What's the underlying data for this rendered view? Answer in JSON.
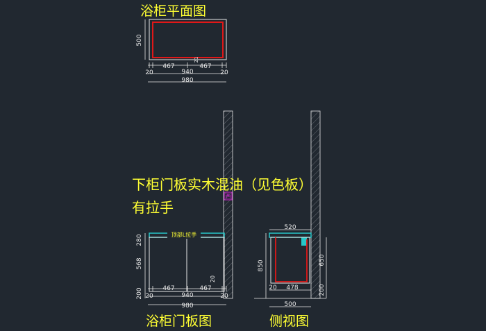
{
  "titles": {
    "plan": "浴柜平面图",
    "note_line1": "下柜门板实木混油（见色板）",
    "note_line2": "有拉手",
    "door_elevation": "浴柜门板图",
    "side_view": "侧视图"
  },
  "plan_view": {
    "height_dim": "500",
    "dims_row1": [
      "20",
      "467",
      "467",
      "20"
    ],
    "dim_center": "940",
    "dim_total": "980",
    "inner_small": "21"
  },
  "door_view": {
    "label_top_handle": "顶部L拉手",
    "left_dims": [
      "280",
      "568",
      "200"
    ],
    "dims_row1": [
      "20",
      "467",
      "467",
      "20"
    ],
    "dim_center": "940",
    "dim_total": "980",
    "inner_small": "20",
    "wall_tag": "西"
  },
  "side_view": {
    "dim_top": "520",
    "dim_left": "850",
    "dim_right": "650",
    "dim_bottom_right": "200",
    "dims_bottom": [
      "20",
      "478"
    ],
    "dim_depth": "500"
  },
  "colors": {
    "background": "#212830",
    "title": "#ffff33",
    "outline": "#e8e8e8",
    "red_line": "#e01818",
    "cyan": "#27c6c8",
    "magenta": "#d020d0"
  }
}
